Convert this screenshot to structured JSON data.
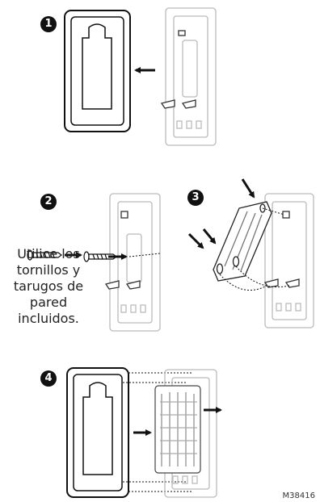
{
  "steps": [
    {
      "number": "1"
    },
    {
      "number": "2"
    },
    {
      "number": "3"
    },
    {
      "number": "4"
    }
  ],
  "note_text": "Utilice los tornillos y tarugos de pared incluidos.",
  "figure_code": "M38416"
}
